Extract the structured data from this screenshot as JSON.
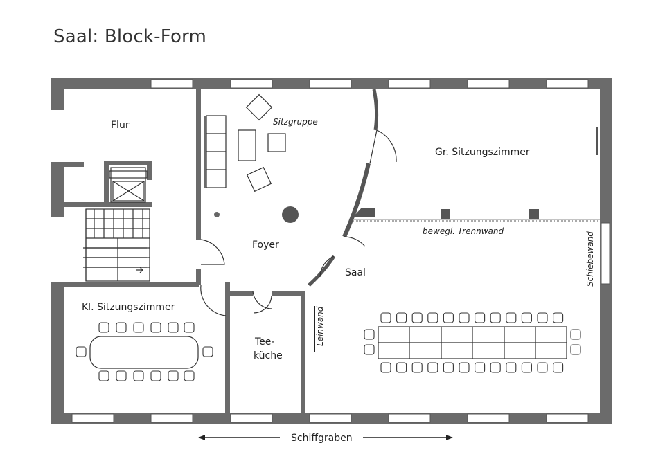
{
  "title": "Saal: Block-Form",
  "rooms": {
    "flur": "Flur",
    "sitzgruppe": "Sitzgruppe",
    "gr_sitzungszimmer": "Gr. Sitzungszimmer",
    "foyer": "Foyer",
    "trennwand": "bewegl. Trennwand",
    "schiebewand": "Schiebewand",
    "saal": "Saal",
    "kl_sitzungszimmer": "Kl. Sitzungszimmer",
    "teekueche_1": "Tee-",
    "teekueche_2": "küche",
    "leinwand": "Leinwand"
  },
  "street": "Schiffgraben"
}
